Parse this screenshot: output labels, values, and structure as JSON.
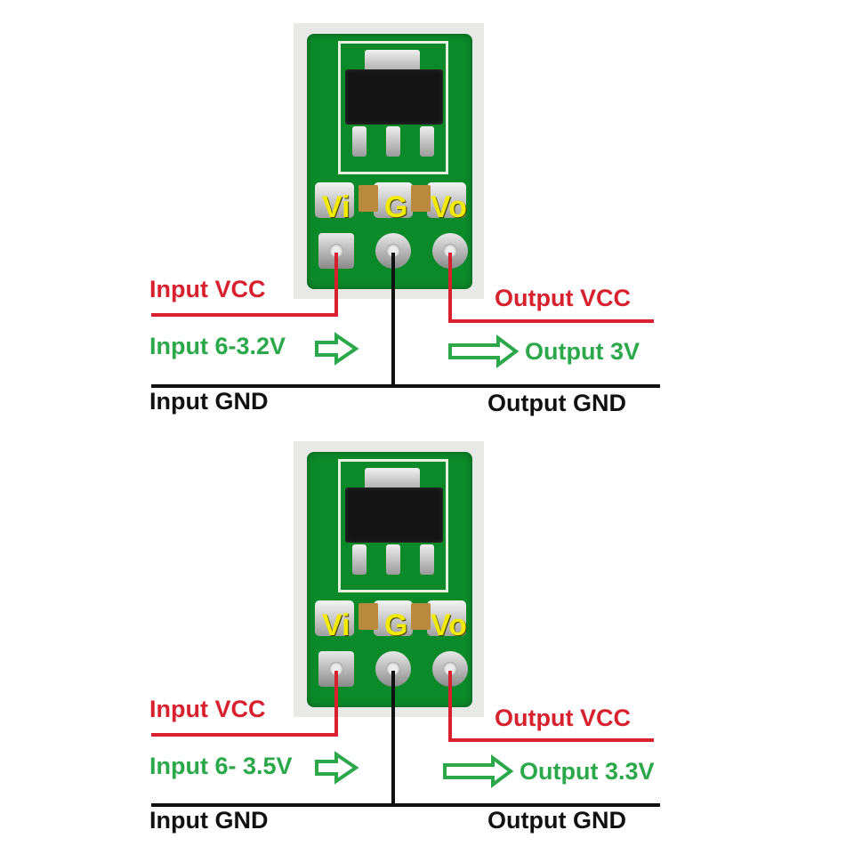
{
  "colors": {
    "vcc": "#d8202e",
    "voltage": "#2aa84a",
    "gnd": "#111111",
    "pin_label": "#f2e900"
  },
  "panels": [
    {
      "pins": {
        "vi": "Vi",
        "g": "G",
        "vo": "Vo"
      },
      "input_vcc": "Input VCC",
      "output_vcc": "Output VCC",
      "input_range": "Input 6-3.2V",
      "output_voltage": "Output 3V",
      "input_gnd": "Input GND",
      "output_gnd": "Output GND"
    },
    {
      "pins": {
        "vi": "Vi",
        "g": "G",
        "vo": "Vo"
      },
      "input_vcc": "Input VCC",
      "output_vcc": "Output VCC",
      "input_range": "Input 6- 3.5V",
      "output_voltage": "Output 3.3V",
      "input_gnd": "Input GND",
      "output_gnd": "Output GND"
    }
  ]
}
